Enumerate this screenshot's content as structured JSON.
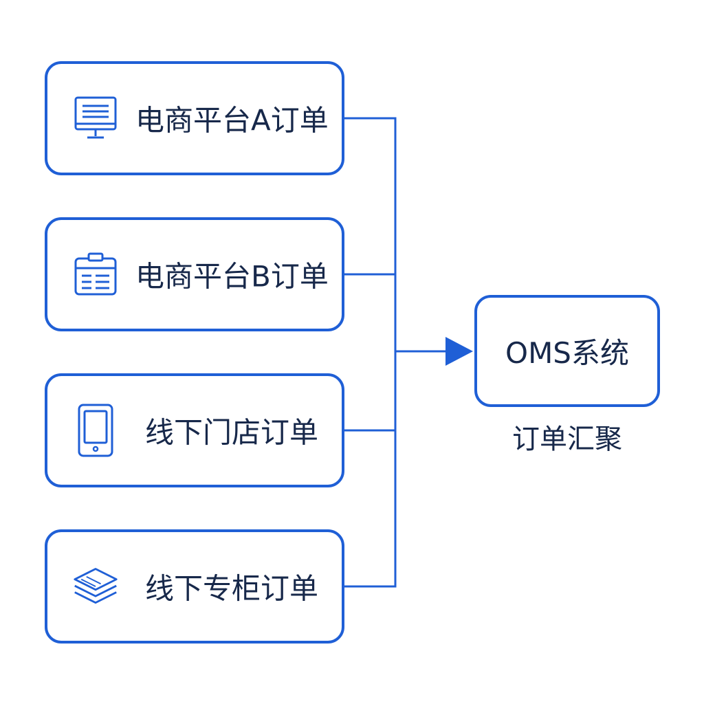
{
  "colors": {
    "accent": "#1f5fd6",
    "text": "#17284a",
    "background": "#ffffff"
  },
  "sources": [
    {
      "label": "电商平台A订单",
      "icon": "monitor-icon"
    },
    {
      "label": "电商平台B订单",
      "icon": "clipboard-list-icon"
    },
    {
      "label": "线下门店订单",
      "icon": "tablet-icon"
    },
    {
      "label": "线下专柜订单",
      "icon": "layers-icon"
    }
  ],
  "target": {
    "label": "OMS系统",
    "caption": "订单汇聚"
  }
}
